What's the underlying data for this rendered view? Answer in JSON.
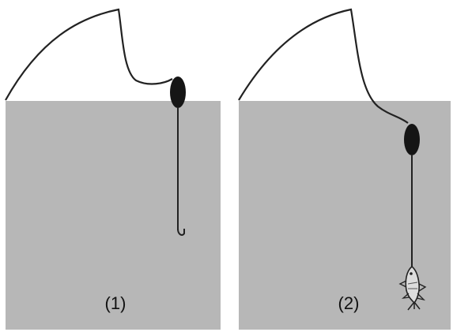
{
  "panels": [
    {
      "label": "(1)",
      "state": "empty hook"
    },
    {
      "label": "(2)",
      "state": "fish on hook"
    }
  ],
  "colors": {
    "water": "#b7b7b7",
    "line": "#222222",
    "float": "#151515",
    "fish": "#dddddd",
    "background": "#ffffff"
  },
  "icons": {
    "float": "float-icon",
    "hook": "hook-icon",
    "fish": "fish-icon"
  }
}
